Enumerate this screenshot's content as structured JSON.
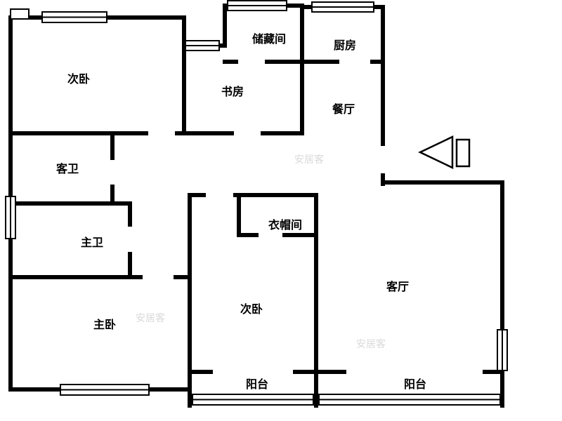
{
  "rooms": [
    {
      "name": "bedroom-top-left",
      "label": "次卧"
    },
    {
      "name": "study",
      "label": "书房"
    },
    {
      "name": "storage-room",
      "label": "储藏间"
    },
    {
      "name": "kitchen",
      "label": "厨房"
    },
    {
      "name": "dining-room",
      "label": "餐厅"
    },
    {
      "name": "guest-bathroom",
      "label": "客卫"
    },
    {
      "name": "master-bathroom",
      "label": "主卫"
    },
    {
      "name": "cloakroom",
      "label": "衣帽间"
    },
    {
      "name": "master-bedroom",
      "label": "主卧"
    },
    {
      "name": "bedroom-center",
      "label": "次卧"
    },
    {
      "name": "living-room",
      "label": "客厅"
    },
    {
      "name": "balcony-left",
      "label": "阳台"
    },
    {
      "name": "balcony-right",
      "label": "阳台"
    }
  ],
  "watermark": {
    "text": "安居客"
  },
  "symbols": {
    "entry": "entrance-arrow",
    "window": "double-line-window"
  },
  "colors": {
    "wall": "#000000",
    "background": "#ffffff",
    "window_fill": "#ffffff",
    "watermark": "#d9d9d9"
  }
}
